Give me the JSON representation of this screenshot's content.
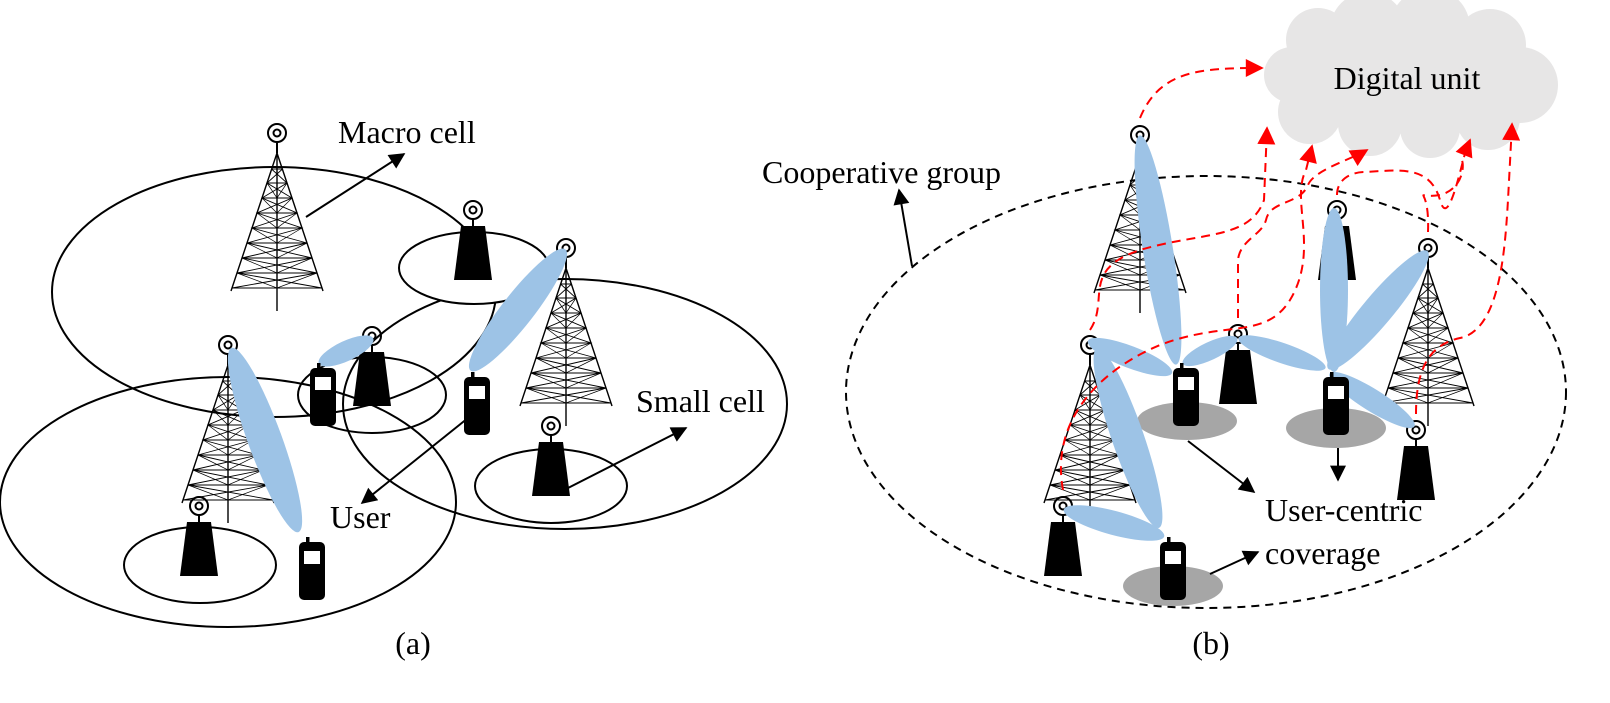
{
  "panel_a": {
    "macro_cell_label": "Macro cell",
    "small_cell_label": "Small cell",
    "user_label": "User",
    "caption": "(a)"
  },
  "panel_b": {
    "digital_unit_label": "Digital unit",
    "cooperative_group_label": "Cooperative group",
    "user_centric_line1": "User-centric",
    "user_centric_line2": "coverage",
    "caption": "(b)"
  },
  "colors": {
    "beam": "#9dc3e6",
    "backhaul": "#ff0000",
    "cloud": "#e7e6e6",
    "coverage": "#a6a6a6",
    "line": "#000000"
  }
}
